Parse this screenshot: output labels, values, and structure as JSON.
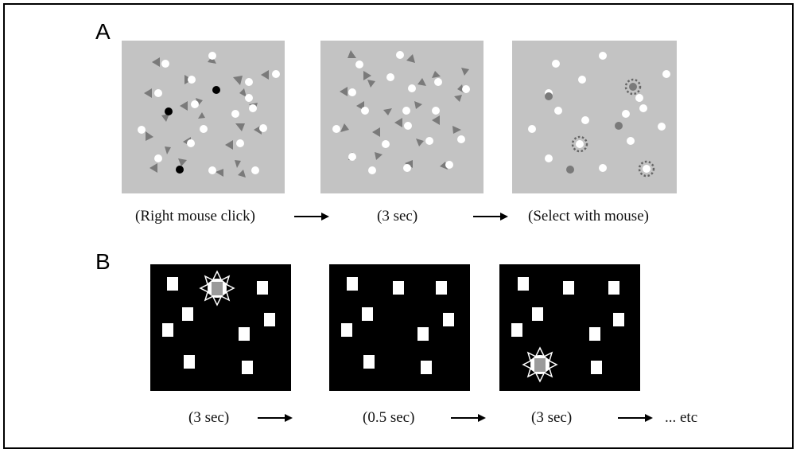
{
  "panel_a": {
    "label": "A",
    "captions": [
      "(Right mouse click)",
      "(3 sec)",
      "(Select with mouse)"
    ]
  },
  "panel_b": {
    "label": "B",
    "captions": [
      "(3 sec)",
      "(0.5 sec)",
      "(3 sec)",
      "... etc"
    ]
  },
  "colors": {
    "gray_panel": "#c3c3c3",
    "black_panel": "#000000",
    "arrowhead": "#7a7a7a",
    "target_dot": "#000000",
    "selected_dot": "#7a7a7a"
  }
}
